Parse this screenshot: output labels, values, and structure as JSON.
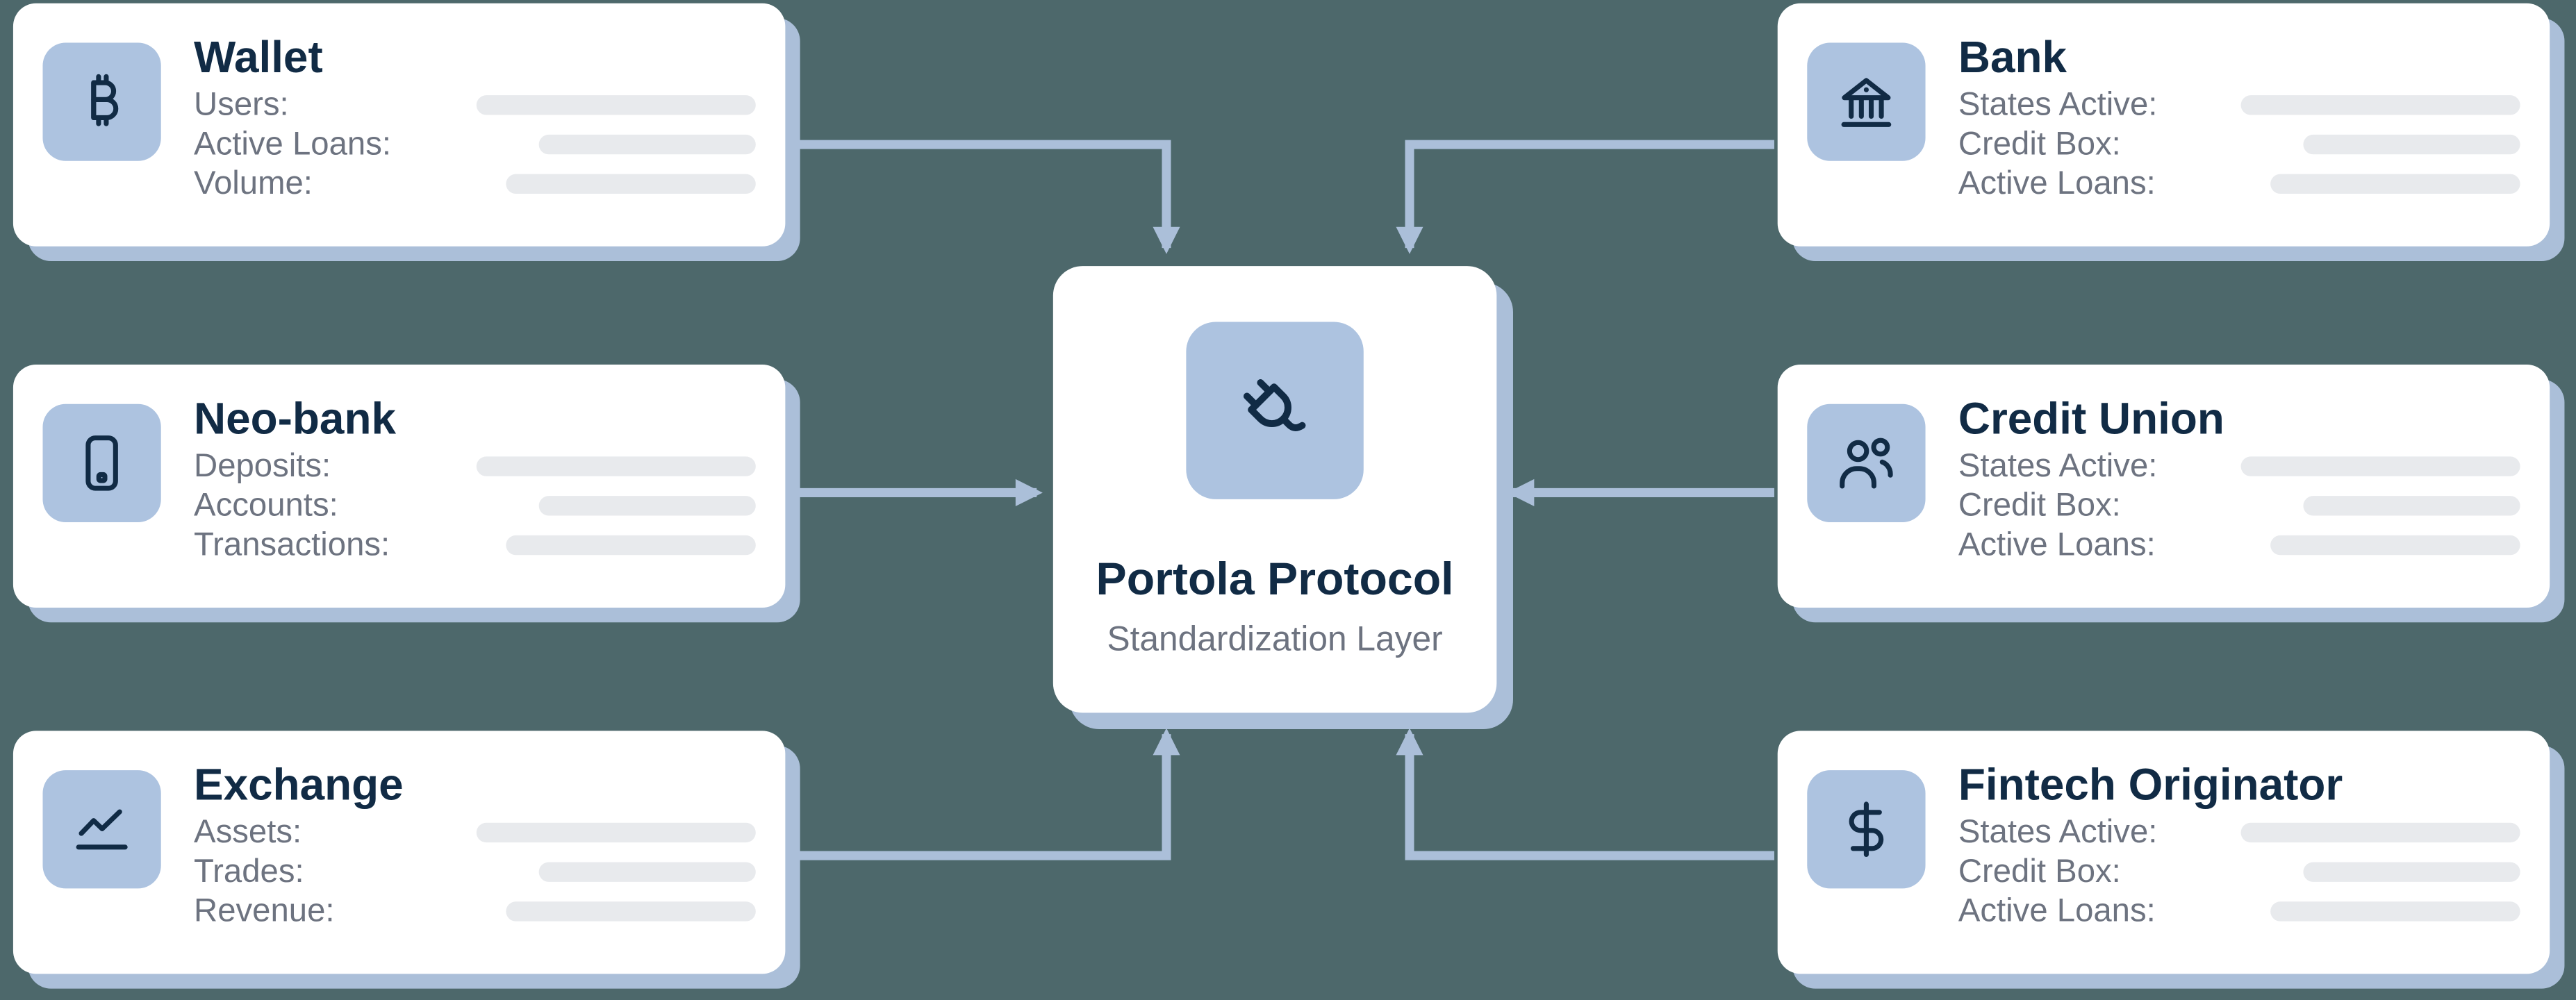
{
  "colors": {
    "background": "#4d686b",
    "card_bg": "#ffffff",
    "shadow": "#abbfd9",
    "icon_bg": "#adc3e0",
    "icon_fg": "#112b45",
    "title": "#112b45",
    "label": "#6d7380",
    "bar": "#e8eaed",
    "arrow": "#abbfd9"
  },
  "center_node": {
    "title": "Portola Protocol",
    "subtitle": "Standardization Layer",
    "icon": "plug-icon"
  },
  "left_nodes": [
    {
      "title": "Wallet",
      "icon": "bitcoin-icon",
      "fields": [
        "Users:",
        "Active Loans:",
        "Volume:"
      ]
    },
    {
      "title": "Neo-bank",
      "icon": "smartphone-icon",
      "fields": [
        "Deposits:",
        "Accounts:",
        "Transactions:"
      ]
    },
    {
      "title": "Exchange",
      "icon": "chart-line-icon",
      "fields": [
        "Assets:",
        "Trades:",
        "Revenue:"
      ]
    }
  ],
  "right_nodes": [
    {
      "title": "Bank",
      "icon": "bank-icon",
      "fields": [
        "States Active:",
        "Credit Box:",
        "Active Loans:"
      ]
    },
    {
      "title": "Credit Union",
      "icon": "users-icon",
      "fields": [
        "States Active:",
        "Credit Box:",
        "Active Loans:"
      ]
    },
    {
      "title": "Fintech Originator",
      "icon": "dollar-icon",
      "fields": [
        "States Active:",
        "Credit Box:",
        "Active Loans:"
      ]
    }
  ],
  "connections": [
    {
      "from": "Wallet",
      "to": "Portola Protocol"
    },
    {
      "from": "Neo-bank",
      "to": "Portola Protocol"
    },
    {
      "from": "Exchange",
      "to": "Portola Protocol"
    },
    {
      "from": "Bank",
      "to": "Portola Protocol"
    },
    {
      "from": "Credit Union",
      "to": "Portola Protocol"
    },
    {
      "from": "Fintech Originator",
      "to": "Portola Protocol"
    }
  ]
}
